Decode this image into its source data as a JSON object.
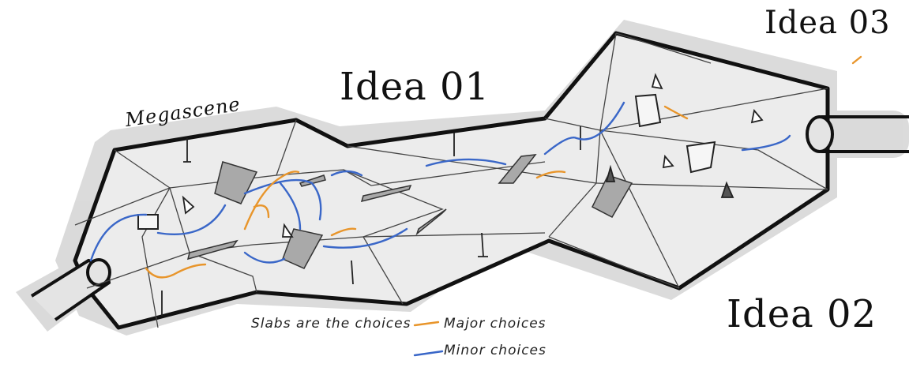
{
  "labels": {
    "idea01": "Idea 01",
    "idea02": "Idea 02",
    "idea03": "Idea 03",
    "megascene": "Megascene"
  },
  "legend": {
    "slabs": "Slabs are the choices",
    "major": "Major choices",
    "minor": "Minor choices"
  },
  "colors": {
    "outline": "#111111",
    "fill": "#e6e6e6",
    "shadow": "#cfcfcf",
    "major": "#e8952b",
    "minor": "#3a67c8",
    "slab": "#a9a9a9"
  }
}
